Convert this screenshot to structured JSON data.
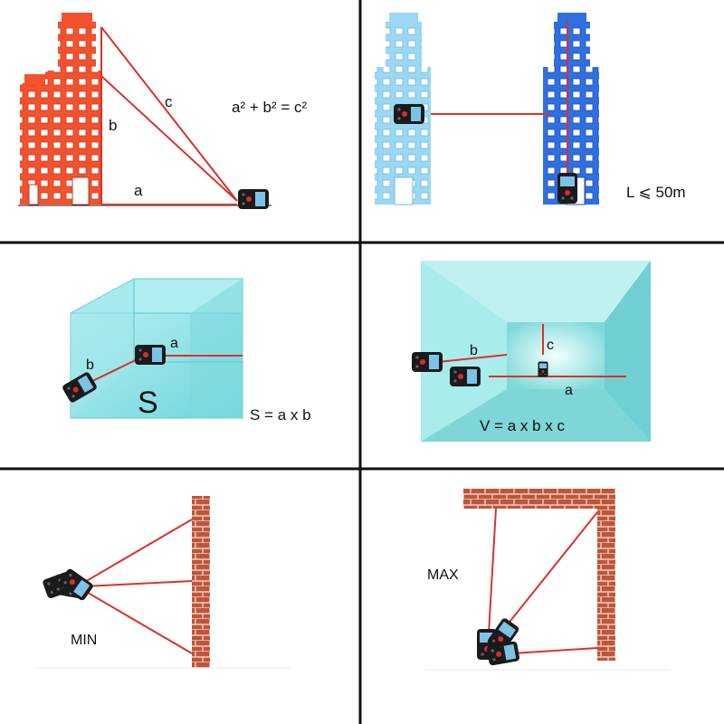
{
  "panels": {
    "pythagoras": {
      "side_a": "a",
      "side_b": "b",
      "side_c": "c",
      "formula": "a² + b² = c²"
    },
    "distance": {
      "limit": "L ⩽ 50m"
    },
    "area": {
      "side_a": "a",
      "side_b": "b",
      "area_symbol": "S",
      "formula": "S = a x b"
    },
    "volume": {
      "side_a": "a",
      "side_b": "b",
      "side_c": "c",
      "formula": "V = a x b x c"
    },
    "min": {
      "label": "MIN"
    },
    "max": {
      "label": "MAX"
    }
  },
  "colors": {
    "laser": "#d9322b",
    "grid_line": "#111111",
    "building_orange": "#f2522e",
    "building_light_blue": "#8fd3f2",
    "building_blue": "#2f6fe0",
    "cyan_box": "#8fe3e8",
    "brick": "#c0553a"
  },
  "icons": [
    "laser-meter-device-icon",
    "building-icon",
    "brick-wall-icon",
    "room-box-icon"
  ]
}
